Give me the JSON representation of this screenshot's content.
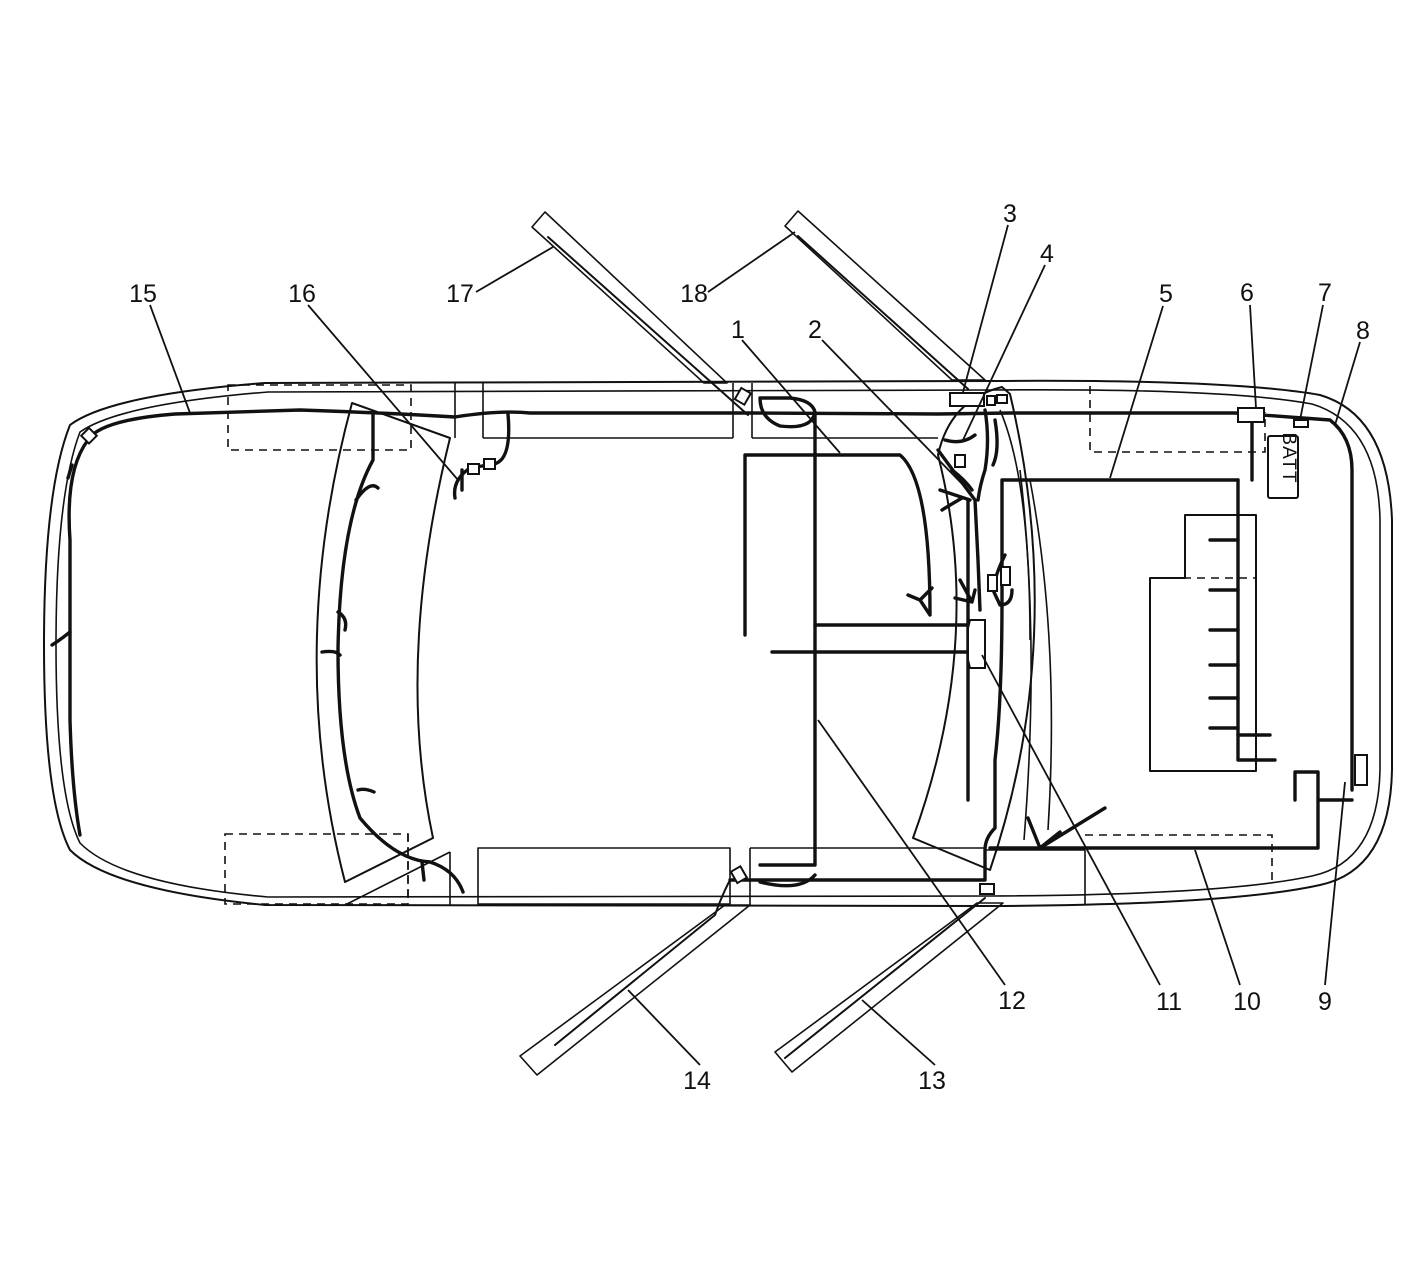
{
  "callouts": {
    "c1": "1",
    "c2": "2",
    "c3": "3",
    "c4": "4",
    "c5": "5",
    "c6": "6",
    "c7": "7",
    "c8": "8",
    "c9": "9",
    "c10": "10",
    "c11": "11",
    "c12": "12",
    "c13": "13",
    "c14": "14",
    "c15": "15",
    "c16": "16",
    "c17": "17",
    "c18": "18"
  },
  "battery": {
    "label": "BATT"
  },
  "colors": {
    "ink": "#111111",
    "background": "#ffffff"
  }
}
